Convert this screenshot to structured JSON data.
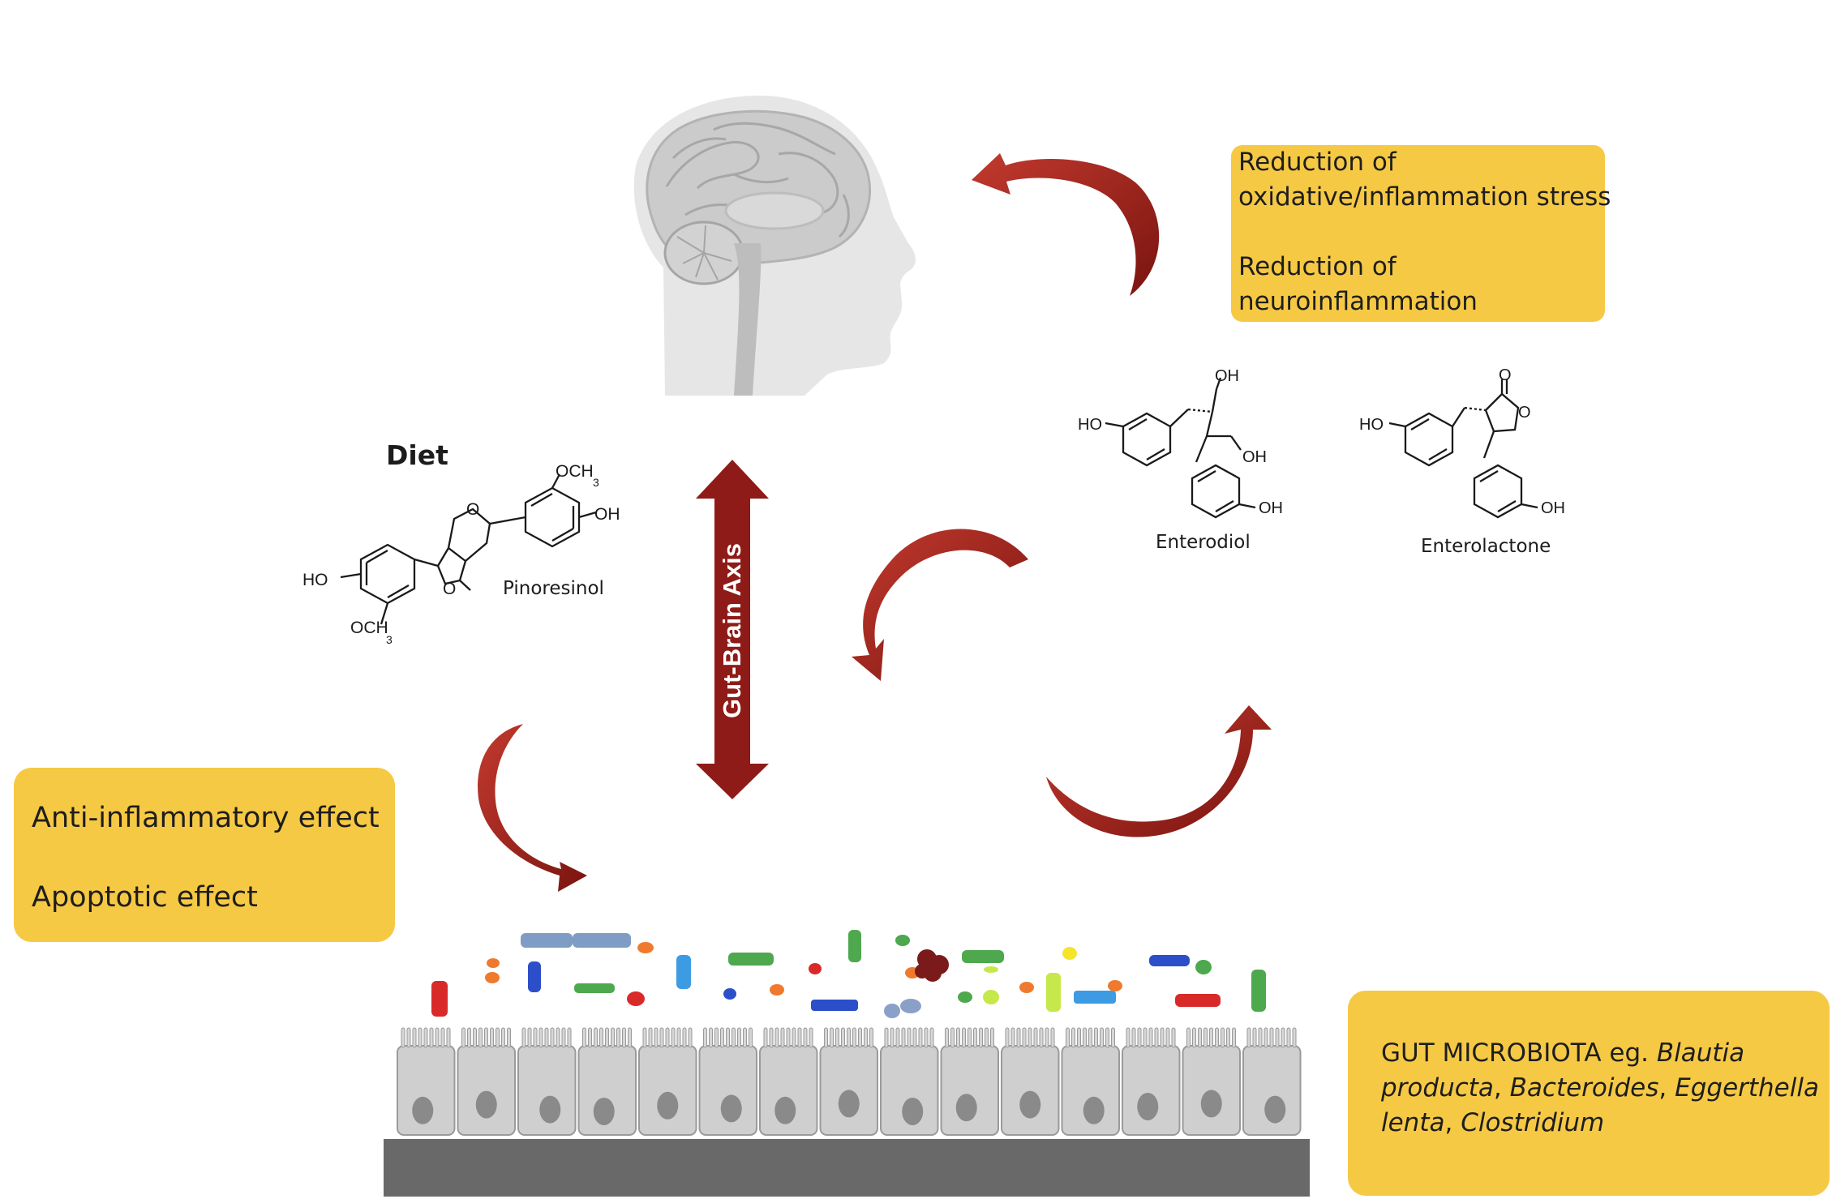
{
  "labels": {
    "diet": "Diet",
    "pinoresinol": "Pinoresinol",
    "enterodiol": "Enterodiol",
    "enterolactone": "Enterolactone",
    "axis": "Gut-Brain Axis"
  },
  "chem_groups": {
    "ho": "HO",
    "oh": "OH",
    "o": "O",
    "och3": "OCH",
    "sub3": "3"
  },
  "brain_effects": {
    "line1": "Reduction of",
    "line2": "oxidative/inflammation stress",
    "line3": "Reduction of",
    "line4": "neuroinflammation"
  },
  "gut_effects": {
    "line1": "Anti-inflammatory effect",
    "line2": "Apoptotic effect"
  },
  "microbiota": {
    "prefix": "GUT MICROBIOTA eg. ",
    "taxon1": "Blautia producta",
    "sep1": ", ",
    "taxon2": "Bacteroides",
    "sep2": ", ",
    "taxon3": "Eggerthella lenta",
    "sep3": ", ",
    "taxon4": "Clostridium"
  },
  "colors": {
    "arrow": "#a32a22",
    "arrow_dark": "#7f1411",
    "box": "#f6c945",
    "cell": "#cfcfcf",
    "nucleus": "#8a8a8a",
    "basement": "#696969",
    "head": "#e4e4e4"
  }
}
